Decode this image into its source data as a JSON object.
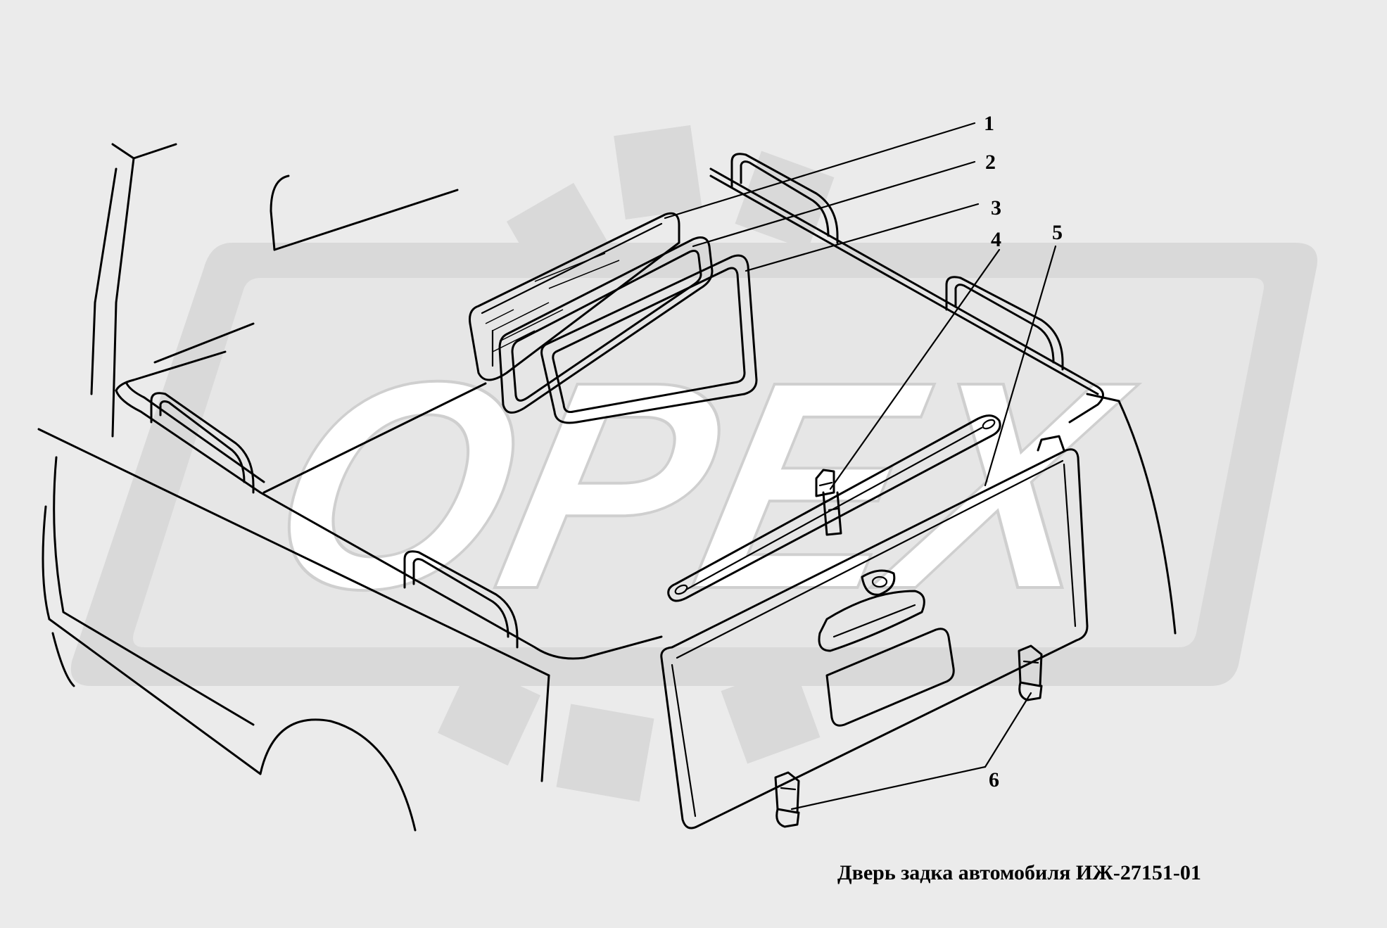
{
  "caption": "Дверь задка автомобиля ИЖ-27151-01",
  "watermark": {
    "text": "OPEX"
  },
  "callouts": [
    {
      "number": "1"
    },
    {
      "number": "2"
    },
    {
      "number": "3"
    },
    {
      "number": "4"
    },
    {
      "number": "5"
    },
    {
      "number": "6"
    }
  ],
  "colors": {
    "background": "#ebebeb",
    "line": "#000000",
    "watermark": "#c9c9c9"
  }
}
